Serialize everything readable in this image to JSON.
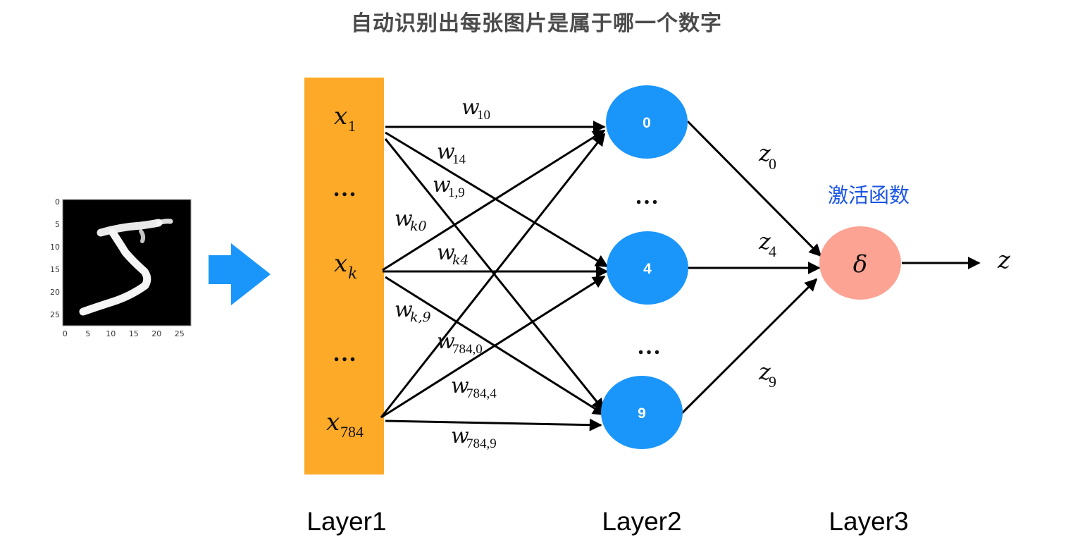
{
  "title": "自动识别出每张图片是属于哪一个数字",
  "input_image": {
    "description": "MNIST handwritten digit 5",
    "x_ticks": [
      "0",
      "5",
      "10",
      "15",
      "20",
      "25"
    ],
    "y_ticks": [
      "0",
      "5",
      "10",
      "15",
      "20",
      "25"
    ]
  },
  "arrow_icon": "right-arrow-icon",
  "layer1": {
    "label": "Layer1",
    "inputs": [
      {
        "var": "x",
        "sub": "1"
      },
      {
        "var": "x",
        "sub": "k"
      },
      {
        "var": "x",
        "sub": "784"
      }
    ],
    "ellipsis": "…"
  },
  "layer2": {
    "label": "Layer2",
    "nodes": [
      "0",
      "4",
      "9"
    ],
    "ellipsis": "…"
  },
  "layer3": {
    "label": "Layer3",
    "node": "δ",
    "activation_label": "激活函数",
    "output": "z"
  },
  "weights": [
    {
      "var": "w",
      "sub": "10"
    },
    {
      "var": "w",
      "sub": "14"
    },
    {
      "var": "w",
      "sub": "1,9"
    },
    {
      "var": "w",
      "sub": "k0"
    },
    {
      "var": "w",
      "sub": "k4"
    },
    {
      "var": "w",
      "sub": "k,9"
    },
    {
      "var": "w",
      "sub": "784,0"
    },
    {
      "var": "w",
      "sub": "784,4"
    },
    {
      "var": "w",
      "sub": "784,9"
    }
  ],
  "z_outputs": [
    {
      "var": "z",
      "sub": "0"
    },
    {
      "var": "z",
      "sub": "4"
    },
    {
      "var": "z",
      "sub": "9"
    }
  ],
  "colors": {
    "layer1_bar": "#fdaa28",
    "layer2_node": "#1a96fb",
    "layer3_node": "#fca393",
    "arrow": "#1a96fb",
    "activation_text": "#1a55e6",
    "title_text": "#4a4a4a"
  }
}
